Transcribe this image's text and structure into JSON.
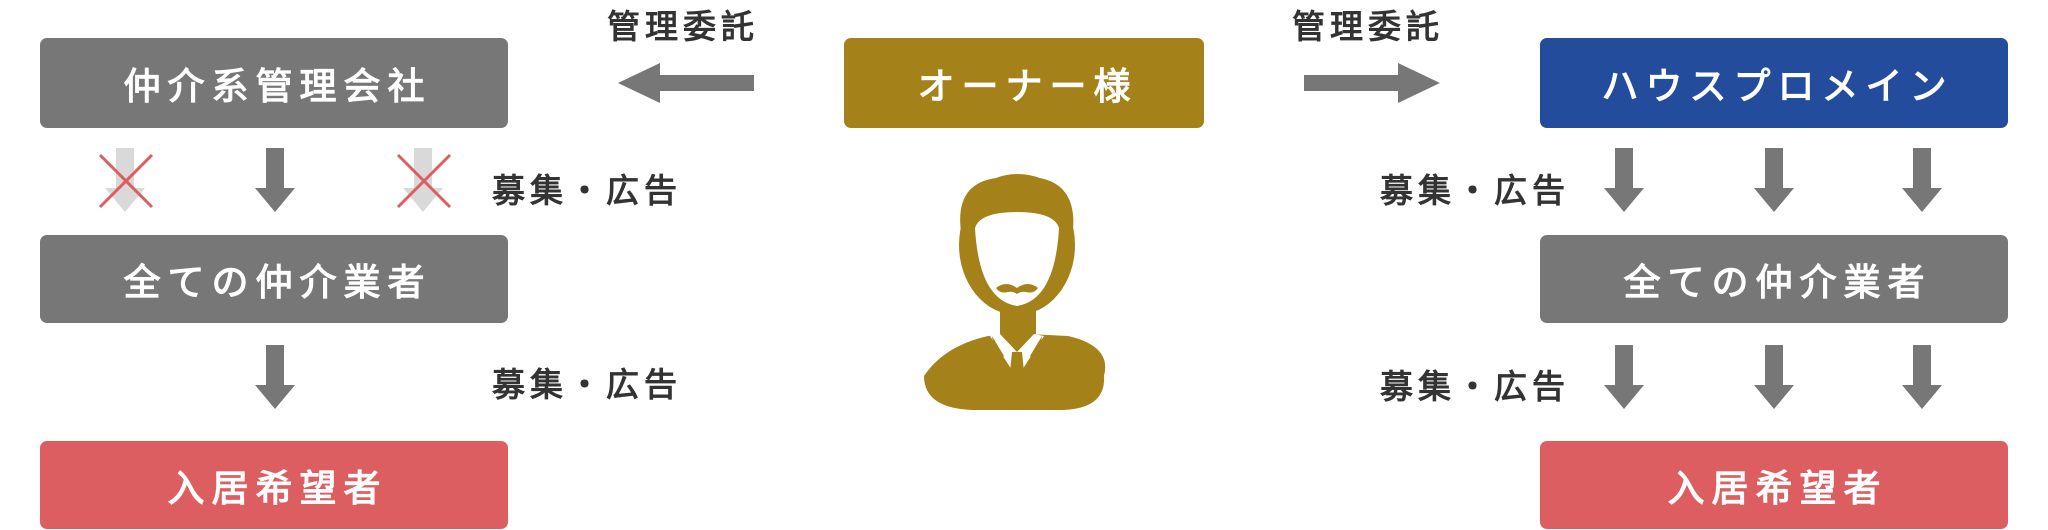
{
  "left": {
    "management_label": "管理委託",
    "agency": "仲介系管理会社",
    "brokers": "全ての仲介業者",
    "tenants": "入居希望者",
    "recruit_label_1": "募集・広告",
    "recruit_label_2": "募集・広告"
  },
  "center": {
    "owner": "オーナー様"
  },
  "right": {
    "management_label": "管理委託",
    "company": "ハウスプロメイン",
    "brokers": "全ての仲介業者",
    "tenants": "入居希望者",
    "recruit_label_1": "募集・広告",
    "recruit_label_2": "募集・広告"
  },
  "colors": {
    "gray_box": "#777777",
    "red_box": "#dd5e60",
    "owner_gold": "#a58219",
    "brand_blue": "#234c9c",
    "blocked_mark": "#dd5e60"
  },
  "icons": {
    "owner": "businessman-mustache-icon",
    "arrow": "arrow-icon",
    "blocked": "cross-mark-icon"
  }
}
